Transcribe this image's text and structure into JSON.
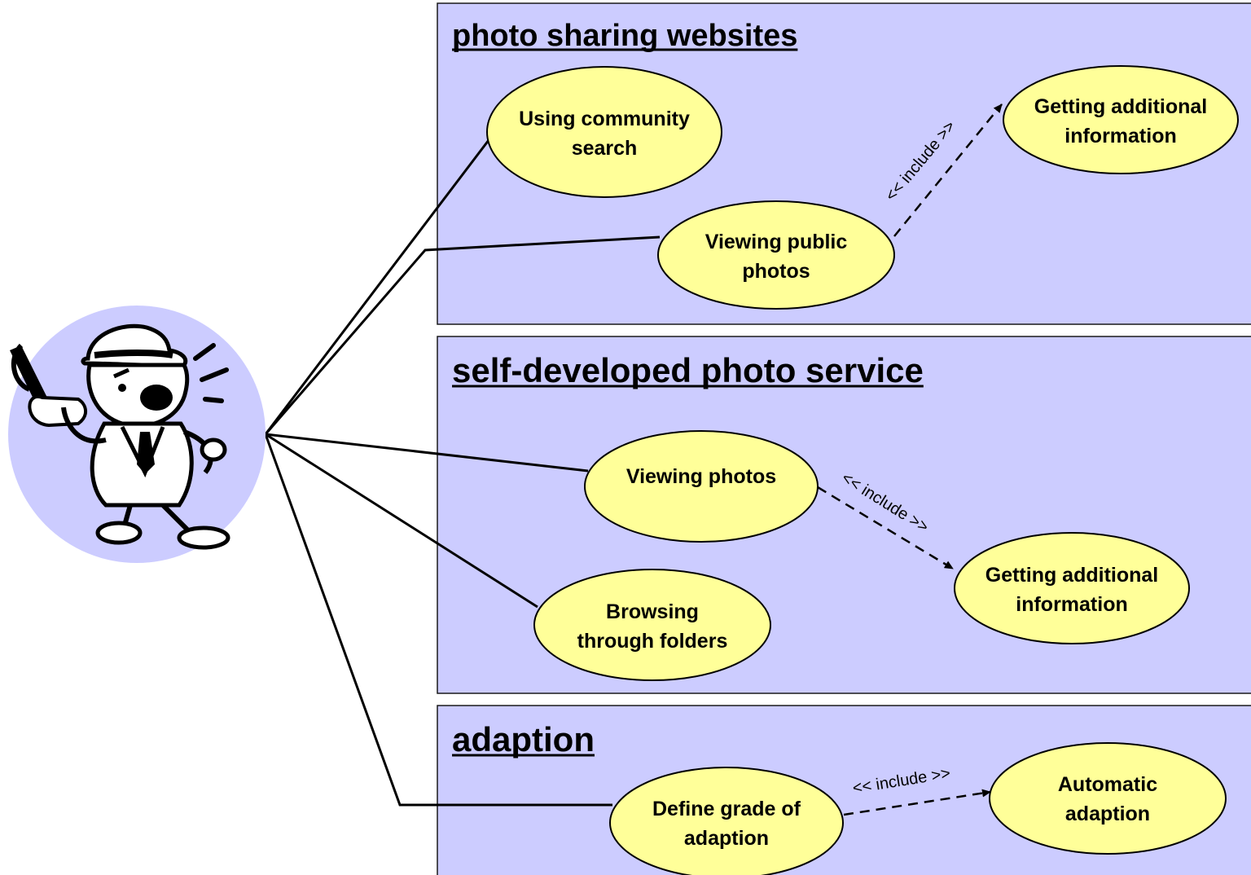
{
  "boxes": {
    "photo_sharing": {
      "title": "photo sharing websites"
    },
    "self_developed": {
      "title": "self-developed photo service"
    },
    "adaption": {
      "title": "adaption"
    }
  },
  "use_cases": {
    "community_search": [
      "Using community",
      "search"
    ],
    "public_photos": [
      "Viewing public",
      "photos"
    ],
    "additional_info_1": [
      "Getting additional",
      "information"
    ],
    "viewing_photos": [
      "Viewing photos"
    ],
    "additional_info_2": [
      "Getting additional",
      "information"
    ],
    "browsing_folders": [
      "Browsing",
      "through folders"
    ],
    "define_grade": [
      "Define grade of",
      "adaption"
    ],
    "automatic_adaption": [
      "Automatic",
      "adaption"
    ]
  },
  "relations": {
    "include_1": "<< include >>",
    "include_2": "<< include >>",
    "include_3": "<< include >>"
  },
  "colors": {
    "box_fill": "#ccccff",
    "use_case_fill": "#ffff99",
    "actor_bg": "#ccccff"
  },
  "actor": {
    "icon": "detective-with-phone-icon"
  }
}
